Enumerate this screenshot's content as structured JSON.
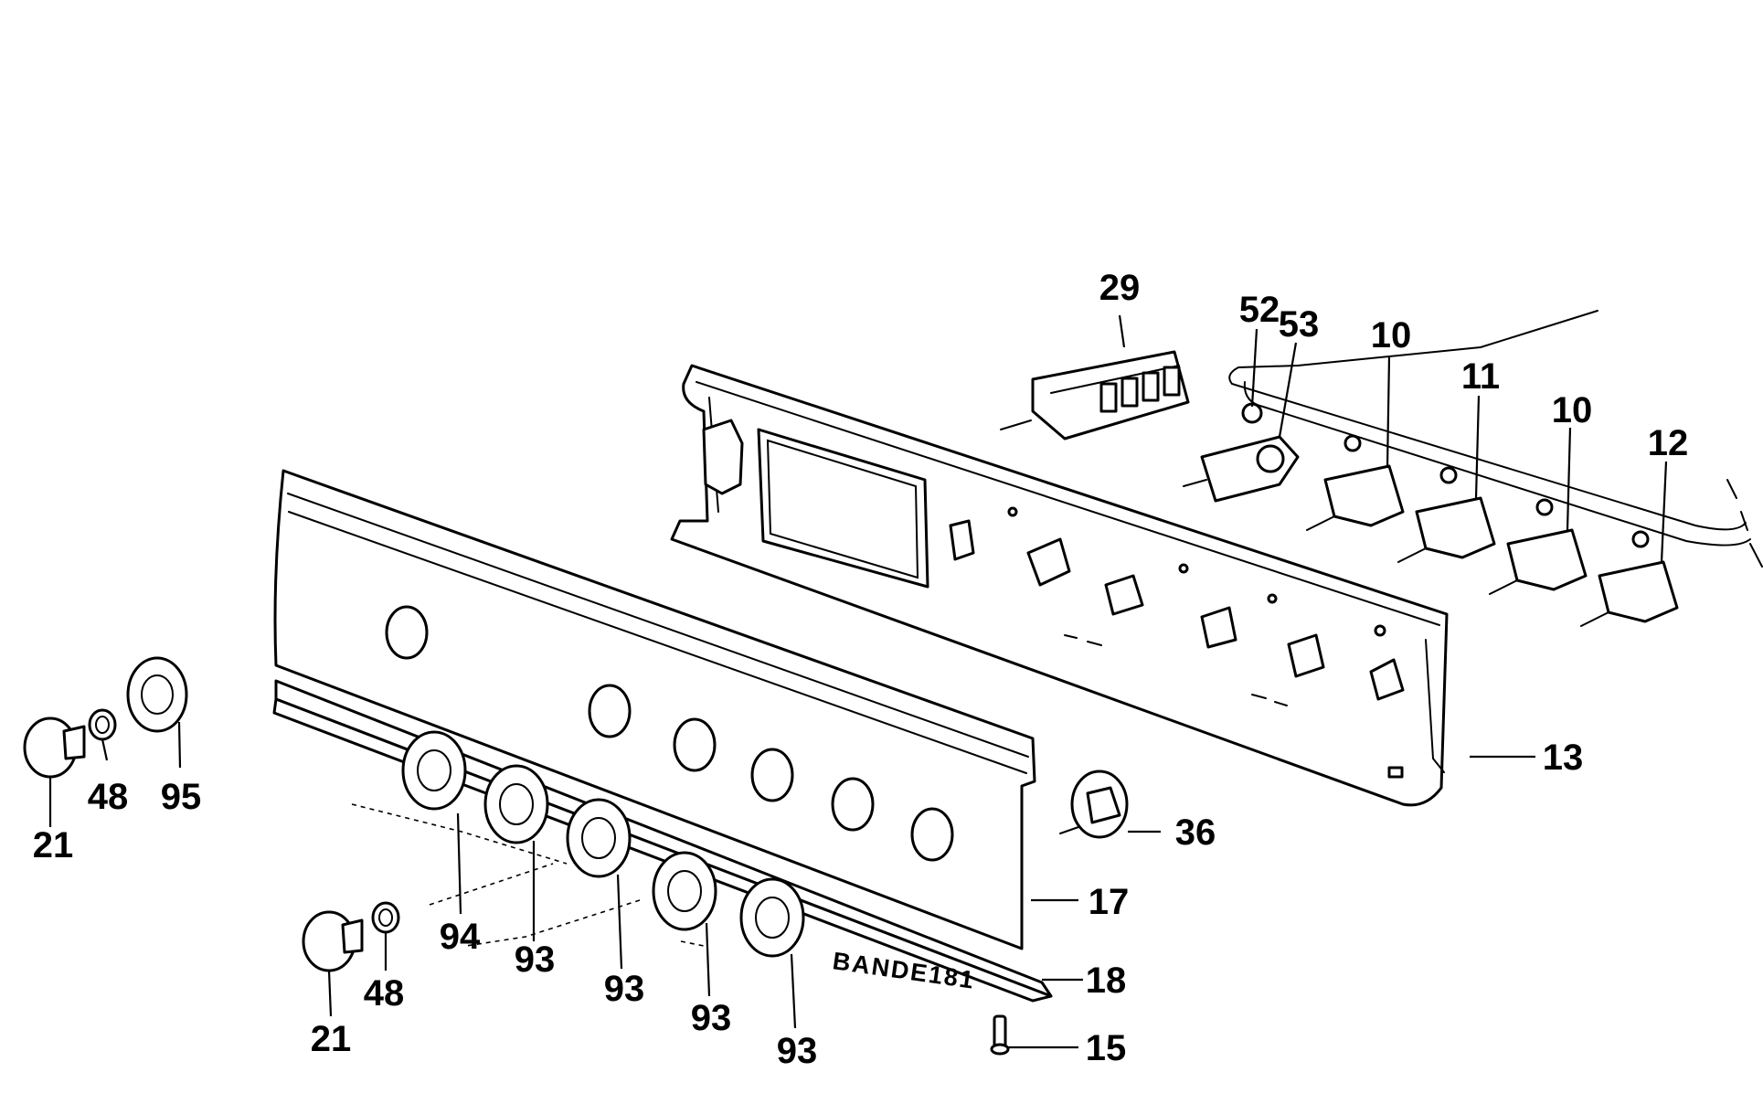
{
  "labels": {
    "l29": "29",
    "l52": "52",
    "l53": "53",
    "l10a": "10",
    "l11": "11",
    "l10b": "10",
    "l12": "12",
    "l13": "13",
    "l36": "36",
    "l17": "17",
    "l18": "18",
    "l15": "15",
    "l21a": "21",
    "l48a": "48",
    "l95": "95",
    "l94": "94",
    "l93a": "93",
    "l93b": "93",
    "l93c": "93",
    "l93d": "93",
    "l21b": "21",
    "l48b": "48"
  },
  "stamp": "BANDE181"
}
